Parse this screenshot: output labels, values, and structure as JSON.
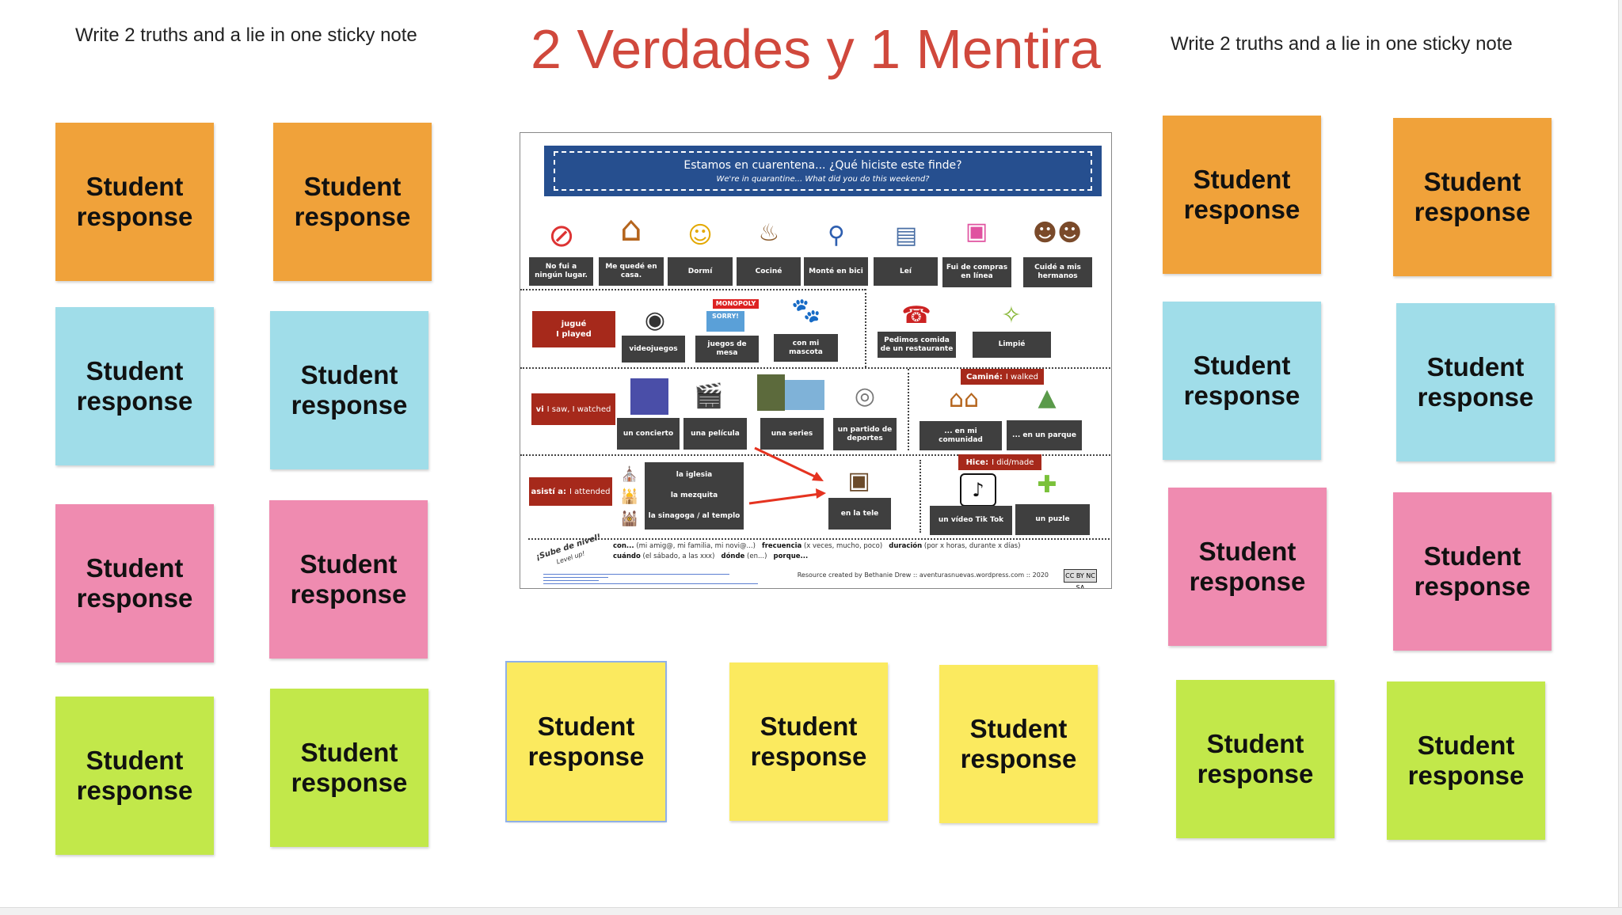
{
  "header": {
    "left_instruction": "Write 2 truths and a lie in one sticky note",
    "title": "2 Verdades y 1 Mentira",
    "right_instruction": "Write 2 truths and a lie in one sticky note"
  },
  "colors": {
    "orange": "#f0a23a",
    "blue": "#a0dde9",
    "pink": "#ef8bb0",
    "green": "#c2e84a",
    "yellow": "#fbea5f",
    "title": "#d0483c"
  },
  "notes": [
    {
      "label": "Student response",
      "color": "orange"
    },
    {
      "label": "Student response",
      "color": "orange"
    },
    {
      "label": "Student response",
      "color": "blue"
    },
    {
      "label": "Student response",
      "color": "blue"
    },
    {
      "label": "Student response",
      "color": "pink"
    },
    {
      "label": "Student response",
      "color": "pink"
    },
    {
      "label": "Student response",
      "color": "green"
    },
    {
      "label": "Student response",
      "color": "green"
    },
    {
      "label": "Student response",
      "color": "yellow"
    },
    {
      "label": "Student response",
      "color": "yellow"
    },
    {
      "label": "Student response",
      "color": "yellow"
    },
    {
      "label": "Student response",
      "color": "orange"
    },
    {
      "label": "Student response",
      "color": "orange"
    },
    {
      "label": "Student response",
      "color": "blue"
    },
    {
      "label": "Student response",
      "color": "blue"
    },
    {
      "label": "Student response",
      "color": "pink"
    },
    {
      "label": "Student response",
      "color": "pink"
    },
    {
      "label": "Student response",
      "color": "green"
    },
    {
      "label": "Student response",
      "color": "green"
    }
  ],
  "worksheet": {
    "banner_title": "Estamos en cuarentena... ¿Qué hiciste este finde?",
    "banner_subtitle": "We're in quarantine... What did you do this weekend?",
    "row1": [
      "No fui a ningún lugar.",
      "Me quedé en casa.",
      "Dormí",
      "Cociné",
      "Monté en bici",
      "Leí",
      "Fui de compras en línea",
      "Cuidé a mis hermanos"
    ],
    "played_verb": "jugué",
    "played_meaning": "I played",
    "row2": [
      "videojuegos",
      "juegos de mesa",
      "con mi mascota"
    ],
    "row2b": [
      "Pedimos comida de un restaurante",
      "Limpié"
    ],
    "monopoly": "MONOPOLY",
    "sorry": "SORRY!",
    "saw_verb": "vi",
    "saw_meaning": "I saw, I watched",
    "row3": [
      "un concierto",
      "una película",
      "una series",
      "un partido de deportes"
    ],
    "walked_verb": "Caminé:",
    "walked_meaning": "I walked",
    "row3b": [
      "... en mi comunidad",
      "... en un parque"
    ],
    "attended_verb": "asistí a:",
    "attended_meaning": "I attended",
    "places": [
      "la iglesia",
      "la mezquita",
      "la sinagoga / al templo"
    ],
    "tv": "en la tele",
    "made_verb": "Hice:",
    "made_meaning": "I did/made",
    "row4b": [
      "un vídeo Tik Tok",
      "un puzle"
    ],
    "level_up": "¡Sube de nivel!",
    "level_up_en": "Level up!",
    "extras_line1": [
      {
        "k": "con...",
        "v": "(mi amig@, mi familia, mi novi@...)"
      },
      {
        "k": "frecuencia",
        "v": "(x veces, mucho, poco)"
      },
      {
        "k": "duración",
        "v": "(por x horas, durante x días)"
      }
    ],
    "extras_line2": [
      {
        "k": "cuándo",
        "v": "(el sábado, a las xxx)"
      },
      {
        "k": "dónde",
        "v": "(en...)"
      },
      {
        "k": "porque...",
        "v": ""
      }
    ],
    "credit": "Resource created by Bethanie Drew :: aventurasnuevas.wordpress.com :: 2020",
    "license": "CC BY NC SA"
  }
}
